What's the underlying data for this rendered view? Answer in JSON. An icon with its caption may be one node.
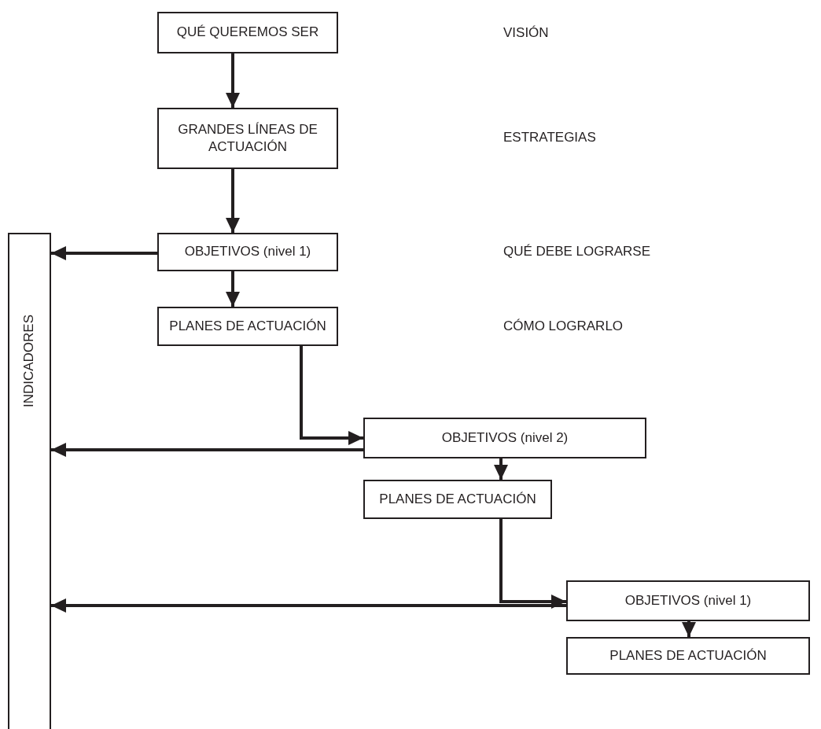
{
  "diagram": {
    "nodes": [
      {
        "text": [
          "QUÉ QUEREMOS SER"
        ]
      },
      {
        "text": [
          "GRANDES LÍNEAS DE ACTUACIÓN"
        ]
      },
      {
        "text": [
          "INDICADORES"
        ]
      },
      {
        "text": [
          "OBJETIVOS (nivel 1)"
        ]
      },
      {
        "text": [
          "PLANES DE ACTUACIÓN"
        ]
      },
      {
        "text": [
          "OBJETIVOS (nivel 2)"
        ]
      },
      {
        "text": [
          "PLANES DE ACTUACIÓN"
        ]
      },
      {
        "text": [
          "OBJETIVOS (nivel 1)"
        ]
      },
      {
        "text": [
          "PLANES DE ACTUACIÓN"
        ]
      }
    ],
    "edges": [
      {
        "from": 0,
        "to": 1,
        "arrow": "to"
      },
      {
        "from": 1,
        "to": 3,
        "arrow": "to"
      },
      {
        "from": 3,
        "to": 2,
        "arrow": "to"
      },
      {
        "from": 3,
        "to": 4,
        "arrow": "to"
      },
      {
        "from": 4,
        "to": 5,
        "arrow": "to"
      },
      {
        "from": 5,
        "to": 2,
        "arrow": "to"
      },
      {
        "from": 5,
        "to": 6,
        "arrow": "to"
      },
      {
        "from": 6,
        "to": 7,
        "arrow": "to"
      },
      {
        "from": 7,
        "to": 2,
        "arrow": "to"
      },
      {
        "from": 7,
        "to": 8,
        "arrow": "to"
      }
    ],
    "labels": [
      "VISIÓN",
      "ESTRATEGIAS",
      "QUÉ DEBE LOGRARSE",
      "CÓMO LOGRARLO"
    ]
  }
}
